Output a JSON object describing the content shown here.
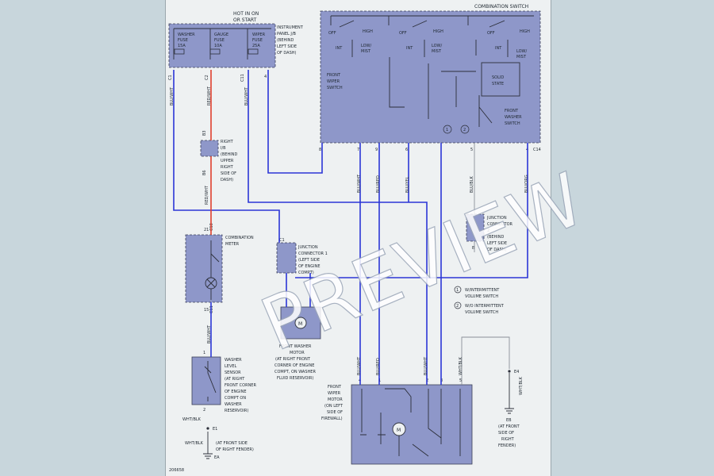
{
  "watermark": "PREVIEW",
  "figure_id": "206658",
  "header": {
    "hot_in": "HOT IN ON",
    "or_start": "OR START",
    "combination_switch_title": "COMBINATION SWITCH"
  },
  "fuse_box": {
    "fuses": [
      {
        "name": "WASHER",
        "type": "FUSE",
        "rating": "15A"
      },
      {
        "name": "GAUGE",
        "type": "FUSE",
        "rating": "10A"
      },
      {
        "name": "WIPER",
        "type": "FUSE",
        "rating": "25A"
      }
    ],
    "label_lines": [
      "INSTRUMENT",
      "PANEL J/B",
      "(BEHIND",
      "LEFT SIDE",
      "OF DASH)"
    ],
    "pins": [
      "C1",
      "C2",
      "C11",
      "4"
    ]
  },
  "combination_switch": {
    "positions_top": [
      "OFF",
      "HIGH",
      "INT"
    ],
    "low_mist": [
      "LOW/",
      "MIST"
    ],
    "front_wiper_switch": [
      "FRONT",
      "WIPER",
      "SWITCH"
    ],
    "solid_state": [
      "SOLID",
      "STATE"
    ],
    "front_washer_switch": [
      "FRONT",
      "WASHER",
      "SWITCH"
    ],
    "connector": "C14",
    "pins": [
      "8",
      "7",
      "9",
      "6",
      "5",
      "4"
    ]
  },
  "junction_right_ip": {
    "pins": [
      "B3",
      "B6"
    ],
    "lines": [
      "RIGHT",
      "I/B",
      "(BEHIND",
      "UPPER",
      "RIGHT",
      "SIDE OF",
      "DASH)"
    ]
  },
  "junction_connector_2": {
    "lines": [
      "JUNCTION",
      "CONNECTOR",
      "2",
      "(BEHIND",
      "LEFT SIDE",
      "OF DASH)"
    ],
    "pin": "B"
  },
  "combination_meter": {
    "label": [
      "COMBINATION",
      "METER"
    ],
    "connector_top": "C10",
    "pin_top": "21",
    "connector_bottom": "C11",
    "pin_bottom": "15"
  },
  "junction_connector_1": {
    "connector": "C1",
    "lines": [
      "JUNCTION",
      "CONNECTOR 1",
      "(LEFT SIDE",
      "OF ENGINE",
      "COMPT)"
    ]
  },
  "notes": [
    {
      "num": "1",
      "lines": [
        "W/INTERMITTENT",
        "VOLUME SWITCH"
      ]
    },
    {
      "num": "2",
      "lines": [
        "W/O INTERMITTENT",
        "VOLUME SWITCH"
      ]
    }
  ],
  "front_washer_motor": {
    "lines": [
      "FRONT WASHER",
      "MOTOR",
      "(AT RIGHT FRONT",
      "CORNER OF ENGINE",
      "COMPT, ON WASHER",
      "FLUID RESERVOIR)"
    ],
    "symbol": "M"
  },
  "washer_level_sensor": {
    "lines": [
      "WASHER",
      "LEVEL",
      "SENSOR",
      "(AT RIGHT",
      "FRONT CORNER",
      "OF ENGINE",
      "COMPT ON",
      "WASHER",
      "RESERVOIR)"
    ],
    "pins": [
      "1",
      "2"
    ]
  },
  "front_wiper_motor": {
    "lines": [
      "FRONT",
      "WIPER",
      "MOTOR",
      "(ON LEFT",
      "SIDE OF",
      "FIREWALL)"
    ],
    "pins": [
      "4",
      "1",
      "2",
      "3",
      "5"
    ],
    "symbol": "M"
  },
  "grounds": [
    {
      "id": "E1",
      "wire": "WHT/BLK"
    },
    {
      "id": "E4",
      "wire": "WHT/BLK"
    },
    {
      "id": "EA",
      "lines": [
        "WHT/BLK",
        "(AT FRONT SIDE",
        "OF RIGHT FENDER)"
      ]
    },
    {
      "id": "EB",
      "lines": [
        "(AT FRONT",
        "SIDE OF",
        "RIGHT",
        "FENDER)"
      ]
    }
  ],
  "wire_colors": {
    "blu_wht": "BLU/WHT",
    "red_wht": "RED/WHT",
    "blu_red": "BLU/RED",
    "blu_yel": "BLU/YEL",
    "blu_blk": "BLU/BLK",
    "blu_org": "BLU/ORG",
    "wht_blk": "WHT/BLK"
  },
  "colors": {
    "component_fill": "#8e97c9",
    "wire_blue": "#2b36d6",
    "wire_red": "#e0402e",
    "sheet_bg": "#eef1f2",
    "page_bg": "#c8d6dc"
  }
}
